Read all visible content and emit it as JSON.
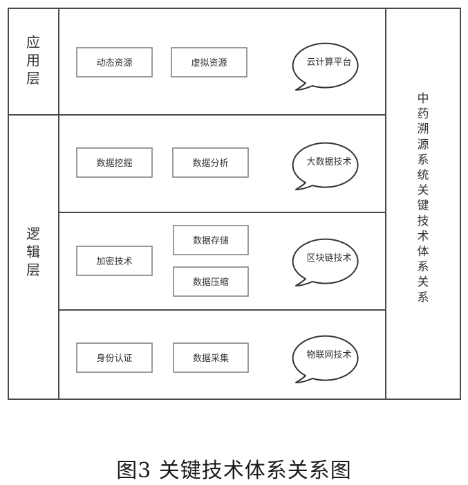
{
  "layers": {
    "application": "应用层",
    "logic": "逻辑层"
  },
  "right_title": "中药溯源系统关键技术体系关系",
  "rows": [
    {
      "boxes": [
        "动态资源",
        "虚拟资源"
      ],
      "bubble": "云计算平台"
    },
    {
      "boxes": [
        "数据挖掘",
        "数据分析"
      ],
      "bubble": "大数据技术"
    },
    {
      "boxes": [
        "加密技术",
        "数据存储",
        "数据压缩"
      ],
      "bubble": "区块链技术"
    },
    {
      "boxes": [
        "身份认证",
        "数据采集"
      ],
      "bubble": "物联网技术"
    }
  ],
  "caption": "图3  关键技术体系关系图",
  "colors": {
    "frame": "#4a4a4a",
    "box_border": "#7a7a7a",
    "text": "#333333"
  }
}
